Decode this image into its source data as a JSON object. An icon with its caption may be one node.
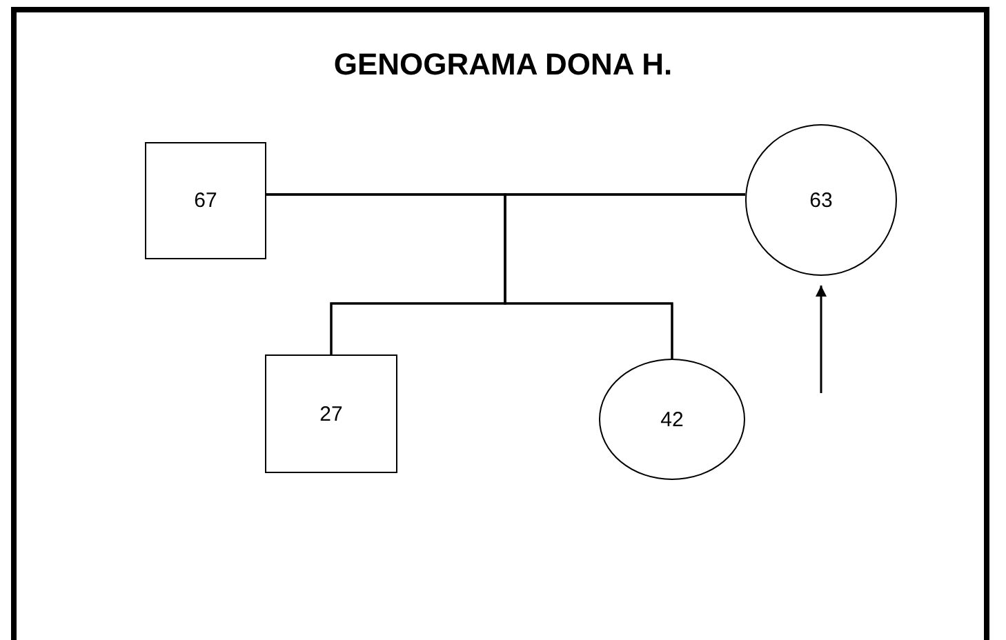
{
  "diagram": {
    "title": "GENOGRAMA DONA H.",
    "nodes": [
      {
        "text": [
          "67"
        ]
      },
      {
        "text": [
          "63"
        ]
      },
      {
        "text": [
          "27"
        ]
      },
      {
        "text": [
          "42"
        ]
      }
    ],
    "edges": [
      {
        "from": 0,
        "to": 1,
        "arrow": "none"
      },
      {
        "from": 0,
        "to": 2,
        "arrow": "none"
      },
      {
        "from": 0,
        "to": 3,
        "arrow": "none"
      },
      {
        "from": 1,
        "to": 2,
        "arrow": "none"
      },
      {
        "from": 1,
        "to": 3,
        "arrow": "none"
      },
      {
        "from": null,
        "to": 1,
        "arrow": "to"
      }
    ]
  }
}
